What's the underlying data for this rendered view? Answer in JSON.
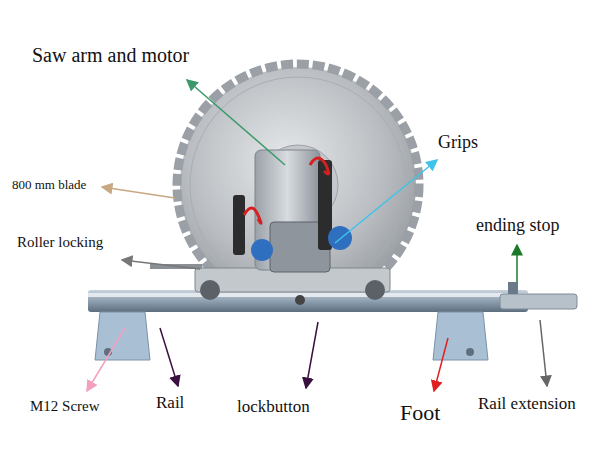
{
  "diagram": {
    "labels": [
      "Saw arm and motor",
      "Grips",
      "800 mm blade",
      "Roller locking",
      "ending stop",
      "M12 Screw",
      "Rail",
      "lockbutton",
      "Foot",
      "Rail extension"
    ]
  }
}
